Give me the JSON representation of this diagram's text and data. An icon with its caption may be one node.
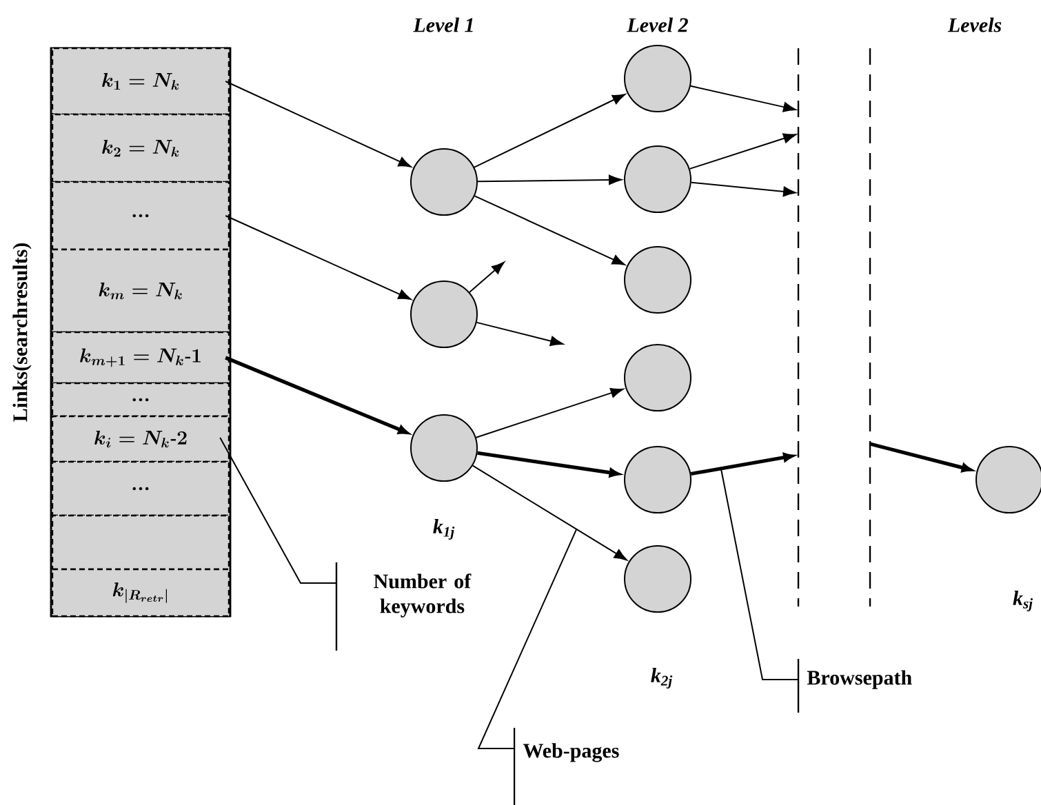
{
  "diagram": {
    "nodes": [
      {
        "text": [
          "Links(searchresults)"
        ]
      },
      {
        "text": [
          "k_1=N_k"
        ],
        "in": 0
      },
      {
        "text": [
          "k_2=N_k"
        ],
        "in": 0
      },
      {
        "text": [
          "..."
        ],
        "in": 0
      },
      {
        "text": [
          "k_m=N_k"
        ],
        "in": 0
      },
      {
        "text": [
          "k_{m+1}=N_k\\text{-}1"
        ],
        "in": 0
      },
      {
        "text": [
          "..."
        ],
        "in": 0
      },
      {
        "text": [
          "k_{i}=N_k\\text{-}2"
        ],
        "in": 0
      },
      {
        "text": [
          "..."
        ],
        "in": 0
      },
      {
        "text": [],
        "shape": "box",
        "in": 0
      },
      {
        "text": [
          "k_{|R_{retr}|}"
        ],
        "in": 0
      },
      {
        "text": [],
        "shape": "circle"
      },
      {
        "text": [],
        "shape": "circle"
      },
      {
        "text": [],
        "shape": "circle"
      },
      {
        "text": [],
        "shape": "circle"
      },
      {
        "text": [],
        "shape": "circle"
      },
      {
        "text": [],
        "shape": "circle"
      },
      {
        "text": [],
        "shape": "circle"
      },
      {
        "text": [],
        "shape": "circle"
      },
      {
        "text": [],
        "shape": "circle"
      },
      {
        "text": [],
        "shape": "circle"
      },
      {
        "text": [
          "Number of keywords"
        ]
      },
      {
        "text": [
          "Web-pages"
        ]
      },
      {
        "text": [
          "Browsepath"
        ]
      }
    ],
    "edges": [
      {
        "from": 1,
        "to": 11,
        "arrow": "to"
      },
      {
        "from": 3,
        "to": 12,
        "arrow": "to"
      },
      {
        "from": 5,
        "to": 13,
        "arrow": "to",
        "style": "thick"
      },
      {
        "from": 11,
        "to": 14,
        "arrow": "to"
      },
      {
        "from": 11,
        "to": 15,
        "arrow": "to"
      },
      {
        "from": 11,
        "to": 16,
        "arrow": "to"
      },
      {
        "from": 12,
        "to": null,
        "arrow": "to"
      },
      {
        "from": 12,
        "to": null,
        "arrow": "to"
      },
      {
        "from": 13,
        "to": 17,
        "arrow": "to"
      },
      {
        "from": 13,
        "to": 18,
        "arrow": "to",
        "style": "thick"
      },
      {
        "from": 13,
        "to": 19,
        "arrow": "to"
      },
      {
        "from": 14,
        "to": null,
        "arrow": "to"
      },
      {
        "from": 15,
        "to": null,
        "arrow": "to"
      },
      {
        "from": 15,
        "to": null,
        "arrow": "to"
      },
      {
        "from": 18,
        "to": null,
        "arrow": "to",
        "style": "thick"
      },
      {
        "from": null,
        "to": 20,
        "arrow": "to",
        "style": "thick"
      },
      {
        "from": 21,
        "to": 7,
        "arrow": "none"
      },
      {
        "from": 22,
        "to": null,
        "arrow": "none"
      },
      {
        "from": 23,
        "to": null,
        "arrow": "none"
      }
    ],
    "labels": [
      "Level 1",
      "Level 2",
      "Levels",
      "k$_{1j}$",
      "k$_{sj}$",
      "k$_{2j}$"
    ]
  }
}
